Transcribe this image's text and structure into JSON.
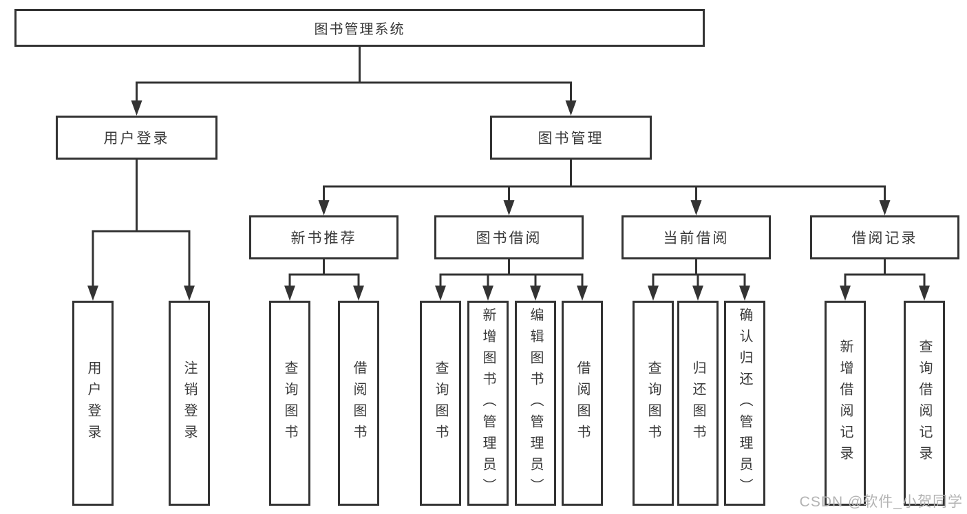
{
  "diagram": {
    "title_node": {
      "label": "图书管理系统"
    },
    "level2": [
      {
        "label": "用户登录"
      },
      {
        "label": "图书管理"
      }
    ],
    "level3": [
      {
        "label": "新书推荐"
      },
      {
        "label": "图书借阅"
      },
      {
        "label": "当前借阅"
      },
      {
        "label": "借阅记录"
      }
    ],
    "leaves": {
      "user_login": [
        "用户登录",
        "注销登录"
      ],
      "new_book": [
        "查询图书",
        "借阅图书"
      ],
      "book_borrow": [
        "查询图书",
        "新增图书（管理员）",
        "编辑图书（管理员）",
        "借阅图书"
      ],
      "current_borrow": [
        "查询图书",
        "归还图书",
        "确认归还（管理员）"
      ],
      "borrow_record": [
        "新增借阅记录",
        "查询借阅记录"
      ]
    },
    "colors": {
      "line": "#333333",
      "text": "#3a3a3a",
      "watermark": "#b3b3b3"
    }
  },
  "watermark": {
    "text": "CSDN @软件_小贺同学"
  }
}
